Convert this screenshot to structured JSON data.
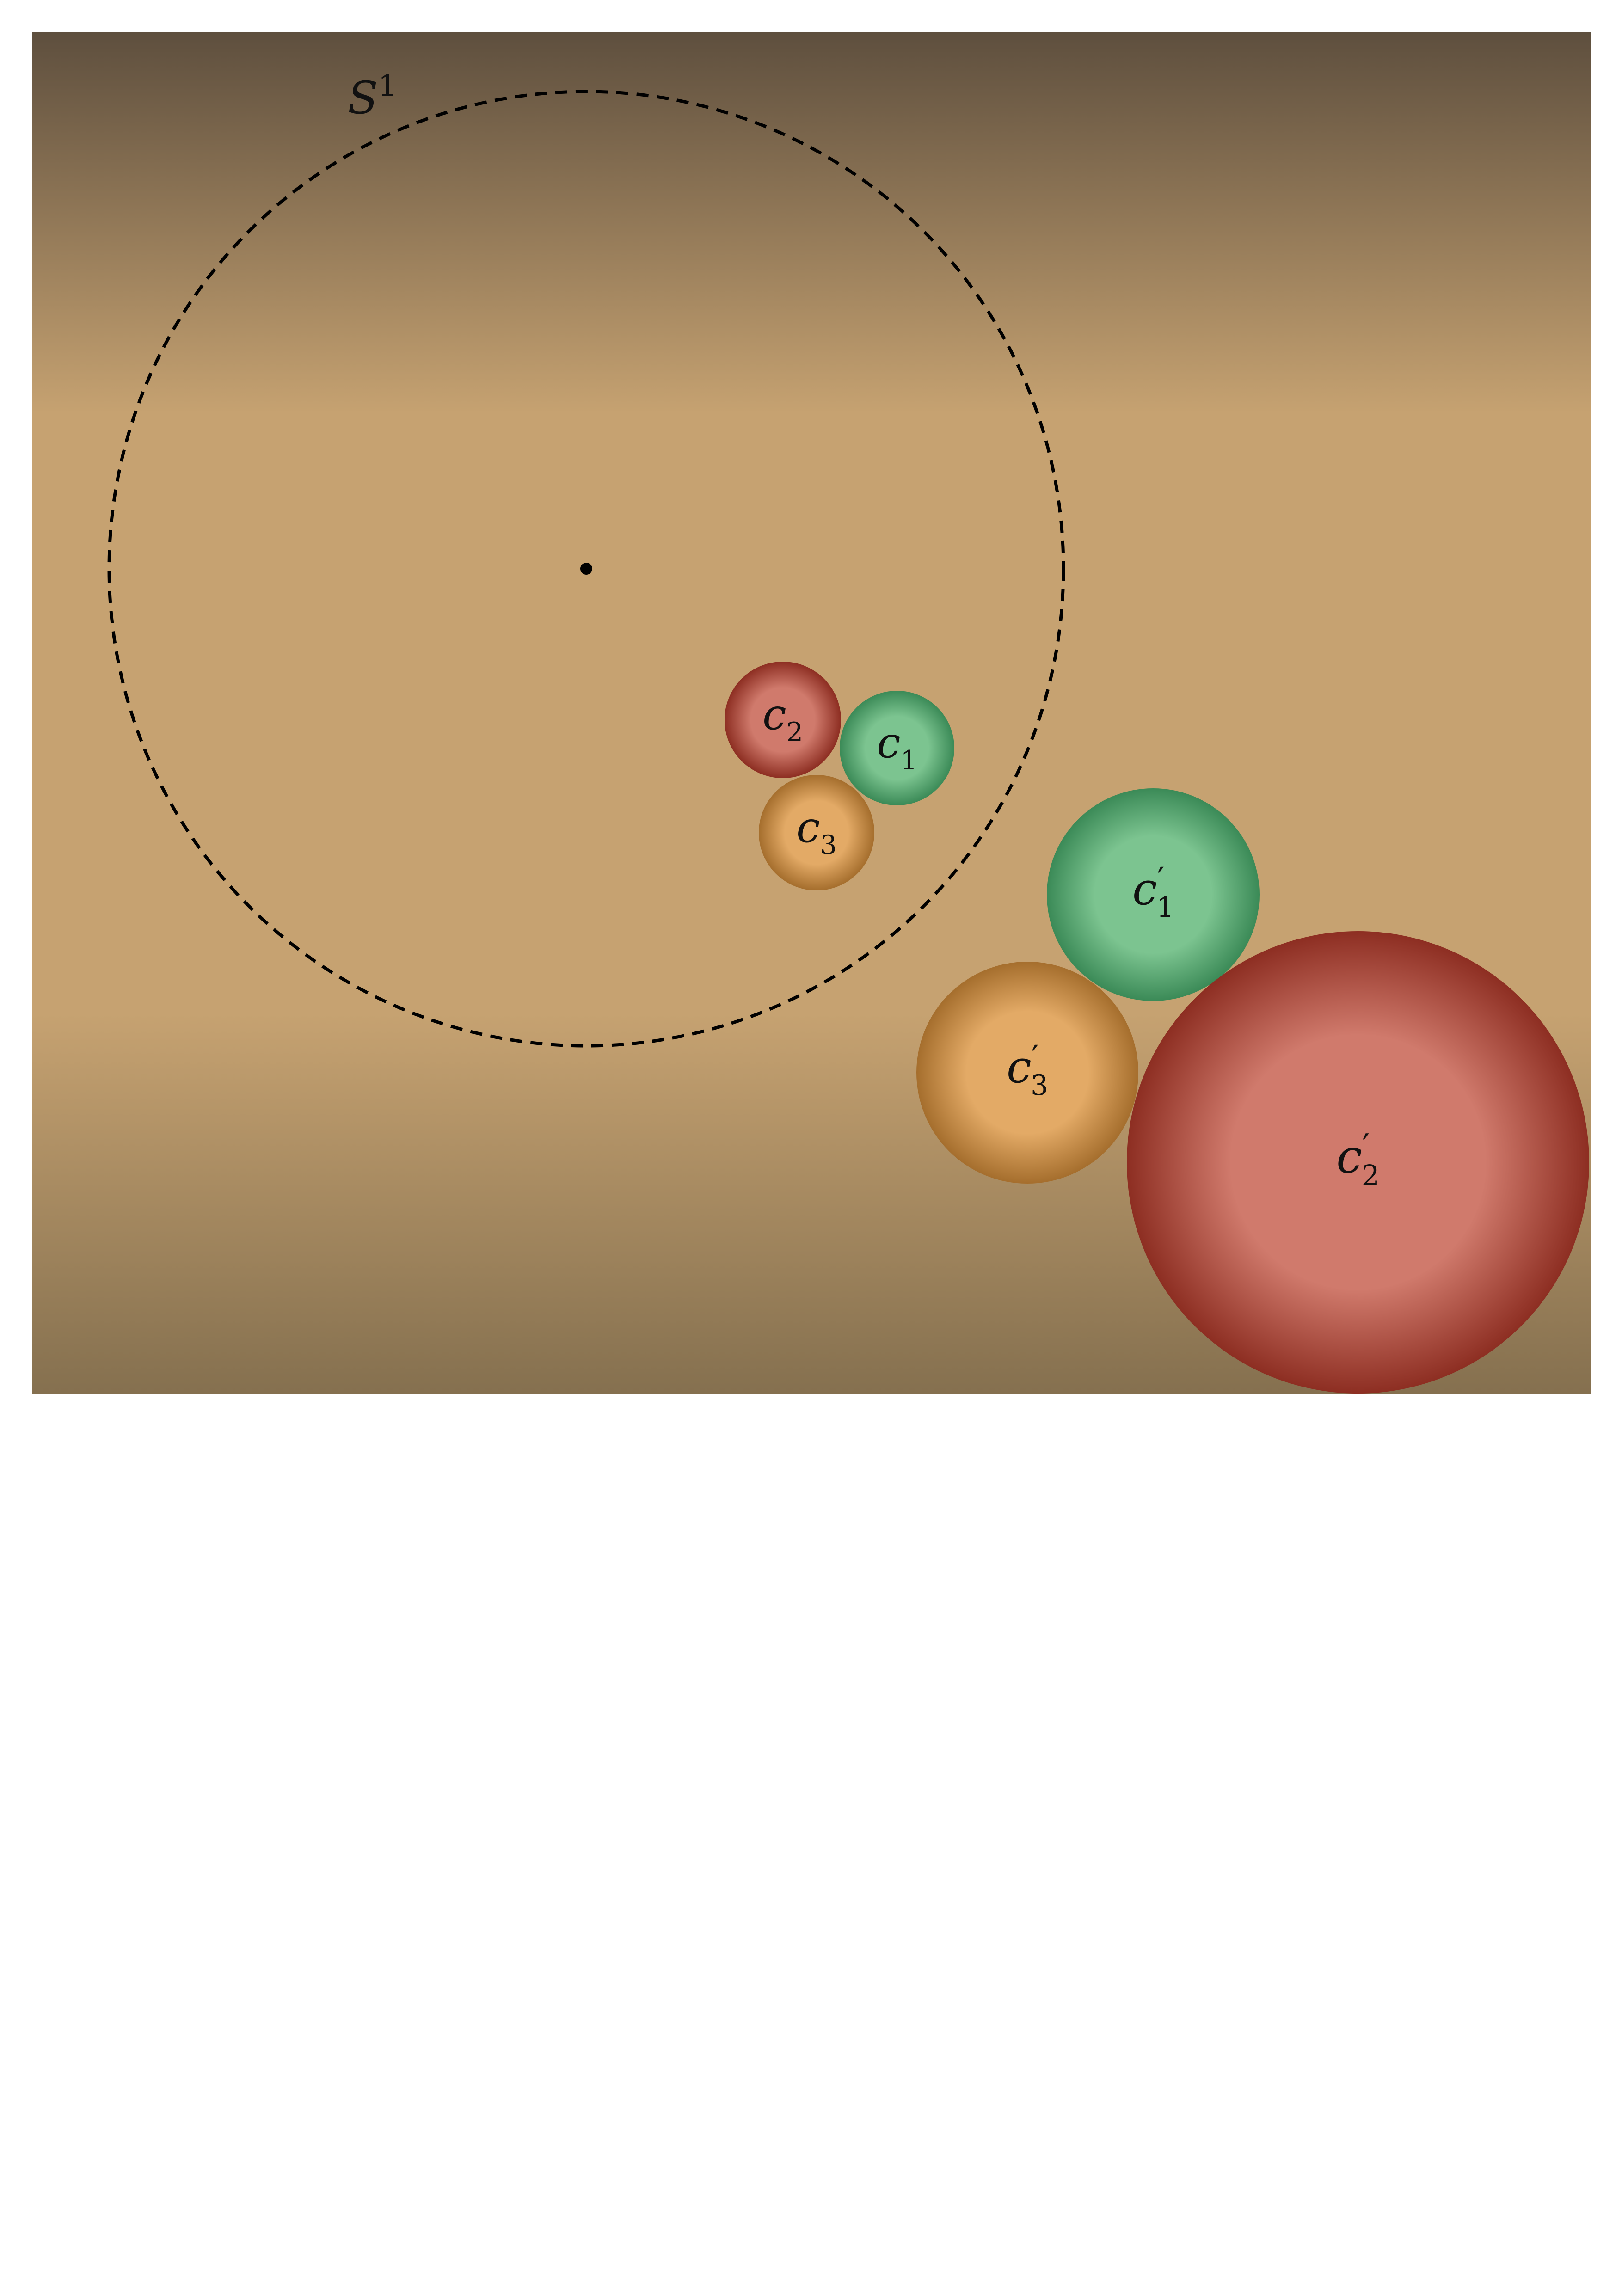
{
  "figure": {
    "colors": {
      "background_top": "#5e4f3e",
      "background_mid": "#c6a271",
      "background_bottom": "#85704f",
      "outline_circle": "#000000",
      "green": "#7cc490",
      "green_edge": "#3b8a57",
      "red": "#d07a6c",
      "red_edge": "#8d2e22",
      "orange": "#e3aa66",
      "orange_edge": "#a56e2d"
    },
    "unit_circle": {
      "label_base": "S",
      "label_sup": "1",
      "style": "dashed"
    },
    "center_point": {
      "marker": "dot"
    },
    "circles": [
      {
        "id": "c1",
        "base": "c",
        "prime": "",
        "sub": "1",
        "color": "green"
      },
      {
        "id": "c2",
        "base": "c",
        "prime": "",
        "sub": "2",
        "color": "red"
      },
      {
        "id": "c3",
        "base": "c",
        "prime": "",
        "sub": "3",
        "color": "orange"
      },
      {
        "id": "c1p",
        "base": "c",
        "prime": "′",
        "sub": "1",
        "color": "green"
      },
      {
        "id": "c3p",
        "base": "c",
        "prime": "′",
        "sub": "3",
        "color": "orange"
      },
      {
        "id": "c2p",
        "base": "c",
        "prime": "′",
        "sub": "2",
        "color": "red"
      }
    ]
  }
}
